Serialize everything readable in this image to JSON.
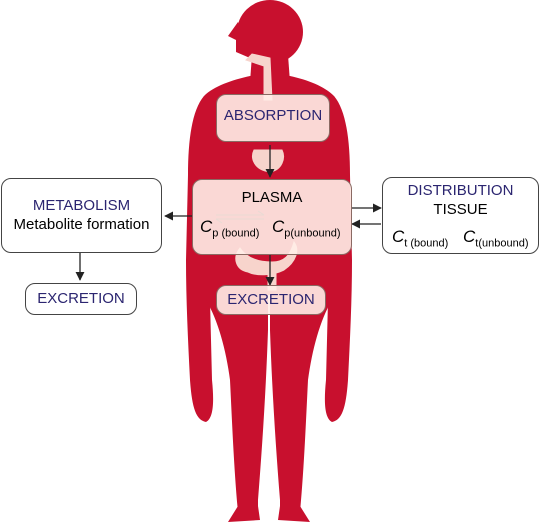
{
  "colors": {
    "body": "#c8102e",
    "body_dark": "#a50d22",
    "heading_text": "#2b2570",
    "box_border": "#444444",
    "arrow": "#222222"
  },
  "boxes": {
    "absorption": "ABSORPTION",
    "plasma": {
      "title": "PLASMA",
      "bound_symbol": "C",
      "bound_sub": "p (bound)",
      "unbound_symbol": "C",
      "unbound_sub": "p(unbound)"
    },
    "excretion_center": "EXCRETION",
    "metabolism": {
      "title": "METABOLISM",
      "subtitle": "Metabolite formation"
    },
    "excretion_left": "EXCRETION",
    "distribution": {
      "title": "DISTRIBUTION",
      "subtitle": "TISSUE",
      "bound_symbol": "C",
      "bound_sub": "t (bound)",
      "unbound_symbol": "C",
      "unbound_sub": "t(unbound)"
    }
  }
}
